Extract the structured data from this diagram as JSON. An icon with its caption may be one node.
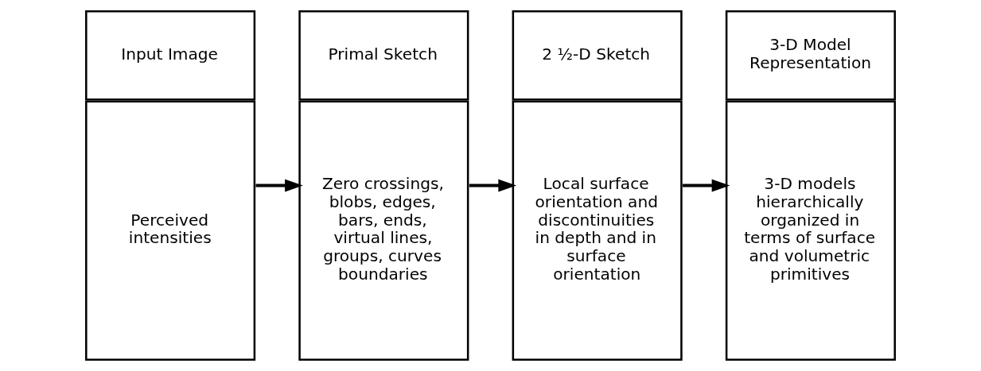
{
  "diagram": {
    "nodes": [
      {
        "text": [
          "Input Image",
          "Perceived intensities"
        ]
      },
      {
        "text": [
          "Primal Sketch",
          "Zero crossings, blobs, edges, bars, ends, virtual lines, groups, curves boundaries"
        ]
      },
      {
        "text": [
          "2 ½-D Sketch",
          "Local surface orientation and discontinuities in depth and in surface orientation"
        ]
      },
      {
        "text": [
          "3-D Model Representation",
          "3-D models hierarchically organized in terms of surface and volumetric primitives"
        ]
      }
    ],
    "edges": [
      {
        "from": 0,
        "to": 1,
        "arrow": "to"
      },
      {
        "from": 1,
        "to": 2,
        "arrow": "to"
      },
      {
        "from": 2,
        "to": 3,
        "arrow": "to"
      }
    ]
  }
}
